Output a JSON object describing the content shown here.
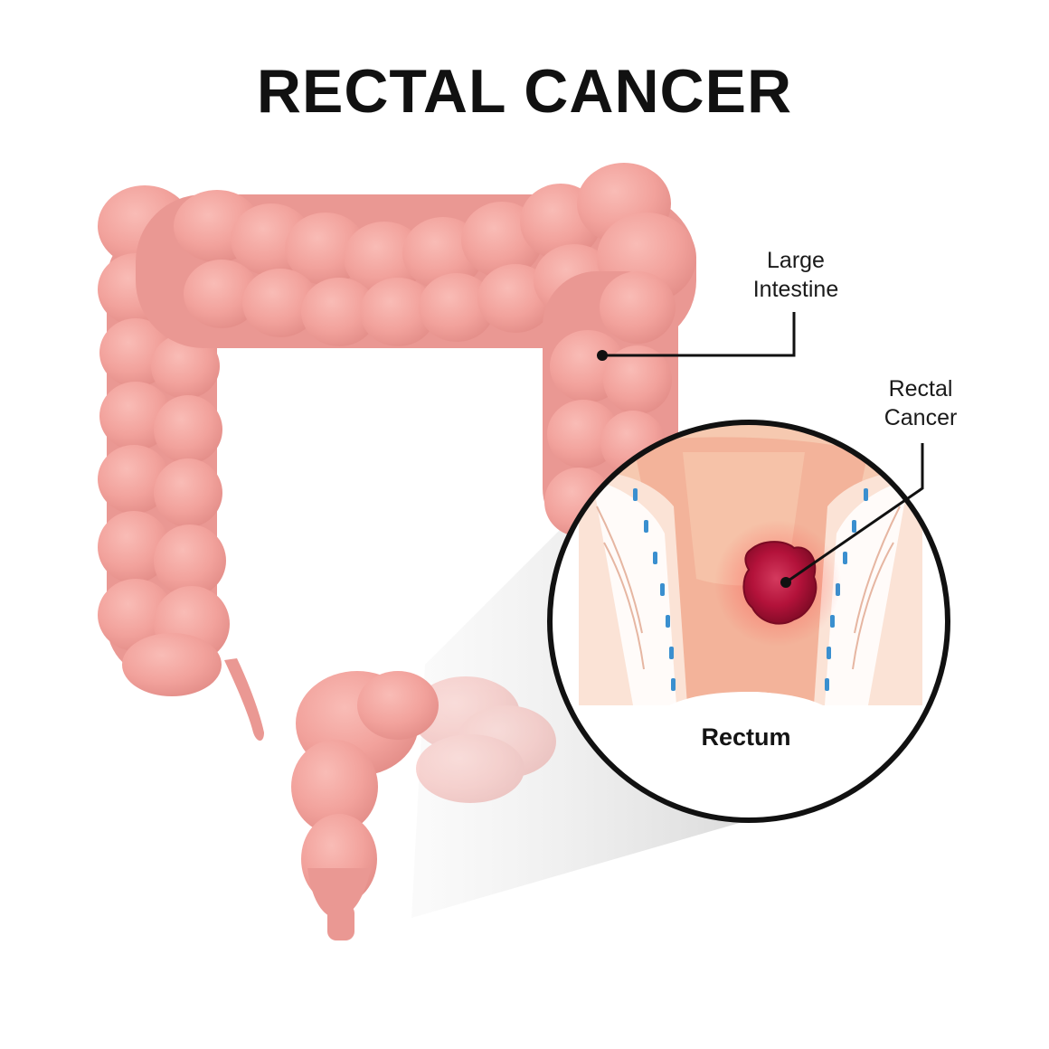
{
  "title": "RECTAL CANCER",
  "labels": {
    "large_intestine": [
      "Large",
      "Intestine"
    ],
    "rectal_cancer": [
      "Rectal",
      "Cancer"
    ],
    "rectum": "Rectum"
  },
  "colors": {
    "colon": "#f2a29c",
    "colon_highlight": "#f8b8b2",
    "colon_shadow": "#dd8984",
    "tissue": "#f6c9b0",
    "tissue_center": "#f3b39a",
    "tumor": "#b8123a",
    "muscle_blue": "#3a8fcf",
    "outline": "#111111"
  },
  "icons": [
    "colon-illustration",
    "rectum-magnifier",
    "tumor-blob"
  ]
}
